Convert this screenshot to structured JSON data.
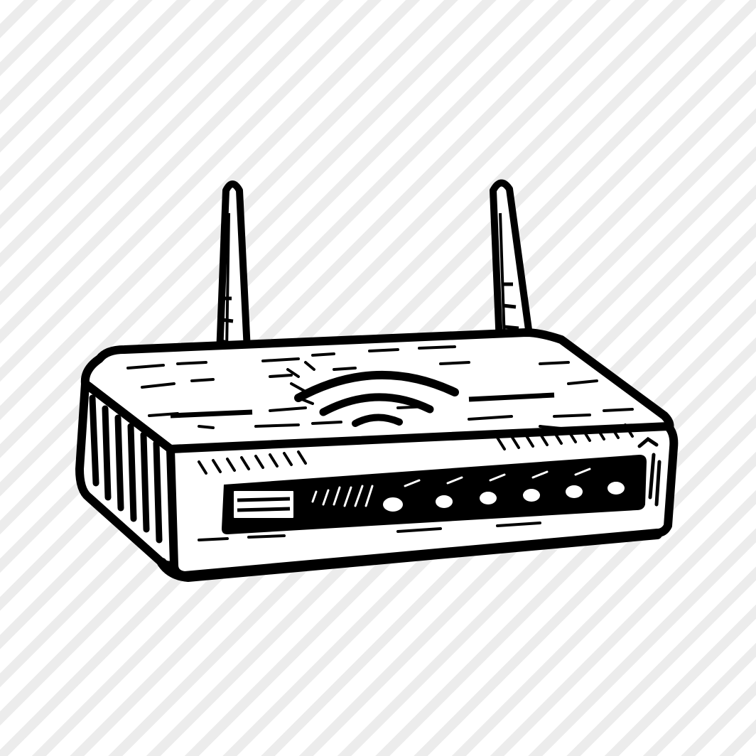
{
  "illustration": {
    "subject": "router-icon",
    "style": "black ink sketch",
    "background": "diagonal-stripes",
    "colors": {
      "ink": "#000000",
      "paper": "#ffffff",
      "stripe": "#ececec"
    },
    "antenna_count": 2,
    "front_port_count": 6,
    "wifi_arc_count": 3
  }
}
